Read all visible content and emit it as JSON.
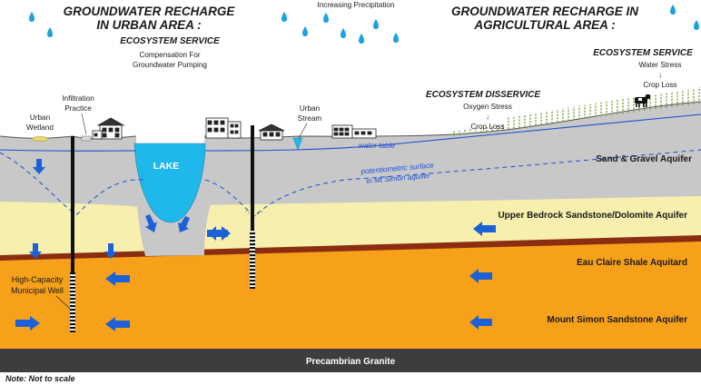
{
  "headers": {
    "urban": [
      "GROUNDWATER RECHARGE",
      "IN URBAN AREA :"
    ],
    "agricultural": [
      "GROUNDWATER RECHARGE IN",
      "AGRICULTURAL AREA :"
    ],
    "precipitation": "Increasing Precipitation"
  },
  "ecosystem": {
    "urban_service_title": "ECOSYSTEM SERVICE",
    "urban_service_text": [
      "Compensation For",
      "Groundwater Pumping"
    ],
    "disservice_title": "ECOSYSTEM DISSERVICE",
    "disservice_text": [
      "Oxygen Stress",
      "↓",
      "Crop Loss"
    ],
    "agri_service_title": "ECOSYSTEM SERVICE",
    "agri_service_text": [
      "Water Stress",
      "↓",
      "Crop Loss"
    ]
  },
  "surface_features": {
    "urban_wetland": [
      "Urban",
      "Wetland"
    ],
    "infiltration": [
      "Infiltration",
      "Practice"
    ],
    "urban_stream": [
      "Urban",
      "Stream"
    ],
    "lake": "LAKE"
  },
  "lines": {
    "water_table": "water table",
    "potentiometric": [
      "potentiometric surface",
      "in Mt Simon aquifer"
    ]
  },
  "layers": {
    "sand_gravel": "Sand & Gravel Aquifer",
    "upper_bedrock": "Upper Bedrock Sandstone/Dolomite Aquifer",
    "eau_claire": "Eau Claire Shale Aquitard",
    "mount_simon": "Mount Simon Sandstone Aquifer",
    "granite": "Precambrian Granite"
  },
  "well": [
    "High-Capacity",
    "Municipal Well"
  ],
  "note": "Note: Not to scale",
  "colors": {
    "sand_gravel": "#c8c8c8",
    "upper_bedrock": "#f7efad",
    "eau_claire": "#8b2d10",
    "mount_simon": "#f7a11a",
    "granite": "#3d3d3d",
    "lake": "#1fb8ea",
    "arrows": "#1c62d6",
    "drops": "#1aa3e0",
    "crops": "#6fa640"
  }
}
